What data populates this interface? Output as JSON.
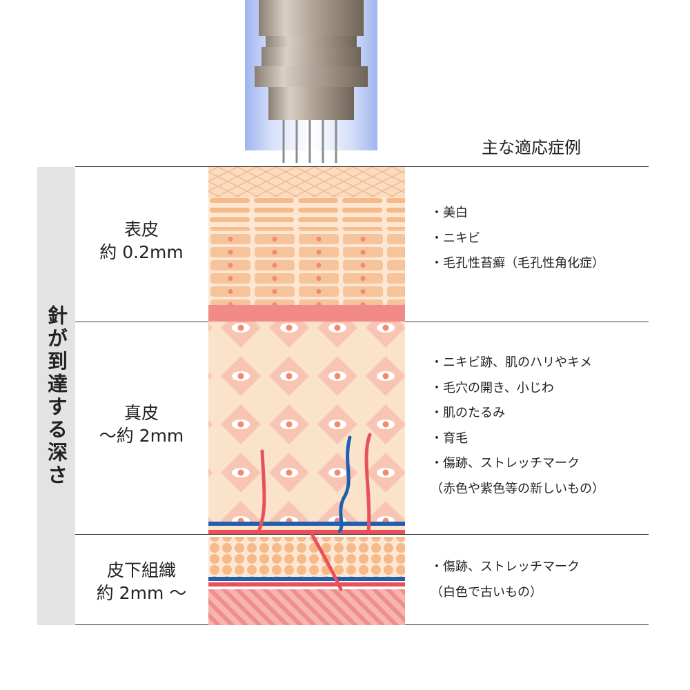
{
  "header": "主な適応症例",
  "side_label": "針が到達する深さ",
  "layers": [
    {
      "id": "epidermis",
      "name": "表皮",
      "depth": "約 0.2mm",
      "cases": [
        "・美白",
        "・ニキビ",
        "・毛孔性苔癬（毛孔性角化症）"
      ]
    },
    {
      "id": "dermis",
      "name": "真皮",
      "depth": "～約 2mm",
      "cases": [
        "・ニキビ跡、肌のハリやキメ",
        "・毛穴の開き、小じわ",
        "・肌のたるみ",
        "・育毛",
        "・傷跡、ストレッチマーク",
        "（赤色や紫色等の新しいもの）"
      ]
    },
    {
      "id": "subcutis",
      "name": "皮下組織",
      "depth": "約 2mm ～",
      "cases": [
        "・傷跡、ストレッチマーク",
        "（白色で古いもの）"
      ]
    }
  ],
  "colors": {
    "skin_light": "#fbe6cf",
    "skin_orange": "#f6b98a",
    "skin_pink": "#f8c5b5",
    "basal_red": "#f28a8a",
    "artery_red": "#e8505a",
    "vein_blue": "#1f5fb0",
    "needle_glow": "#9fb5ee",
    "side_bg": "#e3e3e3"
  }
}
